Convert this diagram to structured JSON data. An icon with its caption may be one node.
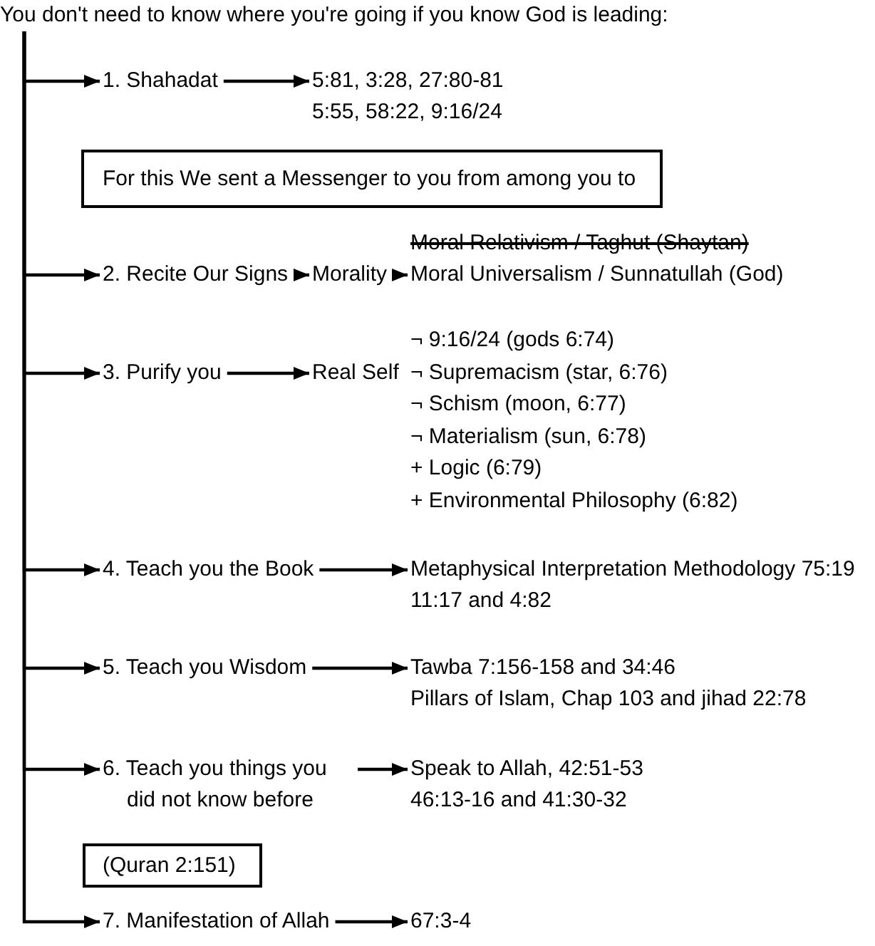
{
  "diagram": {
    "nodes": [
      {
        "text": [
          "You don't need to know where you're going if you know God is leading:"
        ]
      },
      {
        "text": [
          "1. Shahadat"
        ]
      },
      {
        "text": [
          "5:81, 3:28, 27:80-81",
          "5:55, 58:22, 9:16/24"
        ]
      },
      {
        "text": [
          "For this We sent a Messenger to you from among you to"
        ]
      },
      {
        "text": [
          "2. Recite Our Signs"
        ]
      },
      {
        "text": [
          "Morality"
        ]
      },
      {
        "text": [
          "Moral Relativism / Taghut (Shaytan)",
          "Moral Universalism / Sunnatullah (God)"
        ]
      },
      {
        "text": [
          "3. Purify you"
        ]
      },
      {
        "text": [
          "Real Self"
        ]
      },
      {
        "text": [
          "4. Teach you the Book"
        ]
      },
      {
        "text": [
          "Metaphysical Interpretation Methodology 75:19",
          "11:17 and 4:82"
        ]
      },
      {
        "text": [
          "5. Teach you Wisdom"
        ]
      },
      {
        "text": [
          "Tawba 7:156-158 and 34:46",
          "Pillars of Islam, Chap 103 and jihad 22:78"
        ]
      },
      {
        "text": [
          "6. Teach you things you did not know before"
        ]
      },
      {
        "text": [
          "Speak to Allah, 42:51-53",
          "46:13-16 and 41:30-32"
        ]
      },
      {
        "text": [
          "(Quran 2:151)"
        ]
      },
      {
        "text": [
          "7. Manifestation of Allah"
        ]
      },
      {
        "text": [
          "67:3-4"
        ]
      }
    ],
    "edges": [
      {
        "from": 0,
        "to": 1,
        "arrow": "to"
      },
      {
        "from": 1,
        "to": 2,
        "arrow": "to"
      },
      {
        "from": 0,
        "to": 4,
        "arrow": "to"
      },
      {
        "from": 4,
        "to": 5,
        "arrow": "to"
      },
      {
        "from": 5,
        "to": 6,
        "arrow": "to"
      },
      {
        "from": 0,
        "to": 7,
        "arrow": "to"
      },
      {
        "from": 7,
        "to": 8,
        "arrow": "to"
      },
      {
        "from": 0,
        "to": 9,
        "arrow": "to"
      },
      {
        "from": 9,
        "to": 10,
        "arrow": "to"
      },
      {
        "from": 0,
        "to": 11,
        "arrow": "to"
      },
      {
        "from": 11,
        "to": 12,
        "arrow": "to"
      },
      {
        "from": 0,
        "to": 13,
        "arrow": "to"
      },
      {
        "from": 13,
        "to": 14,
        "arrow": "to"
      },
      {
        "from": 0,
        "to": 16,
        "arrow": "to"
      },
      {
        "from": 16,
        "to": 17,
        "arrow": "to"
      }
    ],
    "labels": [
      "¬ 9:16/24 (gods 6:74)",
      "¬ Supremacism (star, 6:76)",
      "¬ Schism (moon, 6:77)",
      "¬ Materialism (sun, 6:78)",
      "+ Logic (6:79)",
      "+ Environmental Philosophy (6:82)"
    ]
  }
}
